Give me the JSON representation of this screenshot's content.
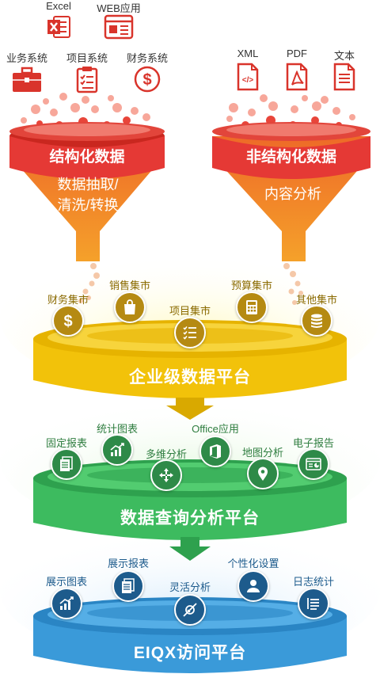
{
  "sources_top": [
    {
      "label": "Excel",
      "icon": "excel-icon"
    },
    {
      "label": "WEB应用",
      "icon": "web-app-icon"
    }
  ],
  "sources_structured": [
    {
      "label": "业务系统",
      "icon": "briefcase-icon"
    },
    {
      "label": "项目系统",
      "icon": "clipboard-icon"
    },
    {
      "label": "财务系统",
      "icon": "dollar-icon"
    }
  ],
  "sources_unstructured": [
    {
      "label": "XML",
      "icon": "xml-file-icon"
    },
    {
      "label": "PDF",
      "icon": "pdf-file-icon"
    },
    {
      "label": "文本",
      "icon": "text-file-icon"
    }
  ],
  "funnel_left": {
    "title": "结构化数据",
    "line1": "数据抽取/",
    "line2": "清洗/转换"
  },
  "funnel_right": {
    "title": "非结构化数据",
    "line1": "内容分析"
  },
  "tier1": {
    "label": "企业级数据平台",
    "items": [
      {
        "label": "财务集市",
        "icon": "dollar-icon"
      },
      {
        "label": "销售集市",
        "icon": "shopping-bag-icon"
      },
      {
        "label": "项目集市",
        "icon": "checklist-icon"
      },
      {
        "label": "预算集市",
        "icon": "calculator-icon"
      },
      {
        "label": "其他集市",
        "icon": "database-icon"
      }
    ]
  },
  "tier2": {
    "label": "数据查询分析平台",
    "items": [
      {
        "label": "固定报表",
        "icon": "report-icon"
      },
      {
        "label": "统计图表",
        "icon": "bar-chart-icon"
      },
      {
        "label": "多维分析",
        "icon": "arrows-icon"
      },
      {
        "label": "Office应用",
        "icon": "office-icon"
      },
      {
        "label": "地图分析",
        "icon": "map-pin-icon"
      },
      {
        "label": "电子报告",
        "icon": "e-report-icon"
      }
    ]
  },
  "tier3": {
    "label": "EIQX访问平台",
    "items": [
      {
        "label": "展示图表",
        "icon": "bar-chart-icon"
      },
      {
        "label": "展示报表",
        "icon": "report-icon"
      },
      {
        "label": "灵活分析",
        "icon": "flexible-analysis-icon"
      },
      {
        "label": "个性化设置",
        "icon": "user-icon"
      },
      {
        "label": "日志统计",
        "icon": "log-list-icon"
      }
    ]
  },
  "colors": {
    "red": "#e53935",
    "orange": "#f08a24",
    "yellow": "#f2c20a",
    "green": "#3dbb5f",
    "blue": "#3a9ad9"
  }
}
